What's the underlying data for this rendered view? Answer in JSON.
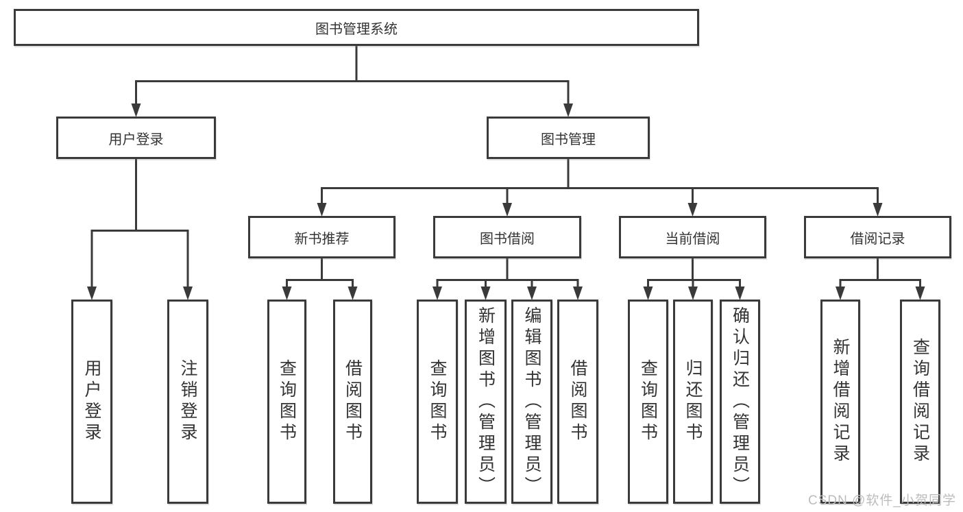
{
  "tree": {
    "label": "图书管理系统",
    "children": [
      {
        "label": "用户登录",
        "children": [
          {
            "label": "用户登录"
          },
          {
            "label": "注销登录"
          }
        ]
      },
      {
        "label": "图书管理",
        "children": [
          {
            "label": "新书推荐",
            "children": [
              {
                "label": "查询图书"
              },
              {
                "label": "借阅图书"
              }
            ]
          },
          {
            "label": "图书借阅",
            "children": [
              {
                "label": "查询图书"
              },
              {
                "label": "新增图书（管理员）"
              },
              {
                "label": "编辑图书（管理员）"
              },
              {
                "label": "借阅图书"
              }
            ]
          },
          {
            "label": "当前借阅",
            "children": [
              {
                "label": "查询图书"
              },
              {
                "label": "归还图书"
              },
              {
                "label": "确认归还（管理员）"
              }
            ]
          },
          {
            "label": "借阅记录",
            "children": [
              {
                "label": "新增借阅记录"
              },
              {
                "label": "查询借阅记录"
              }
            ]
          }
        ]
      }
    ]
  },
  "watermark": "CSDN @软件_小贺同学",
  "colors": {
    "line": "#3a3a3a",
    "text": "#333333",
    "watermark": "#bcbcbc",
    "background": "#ffffff"
  }
}
